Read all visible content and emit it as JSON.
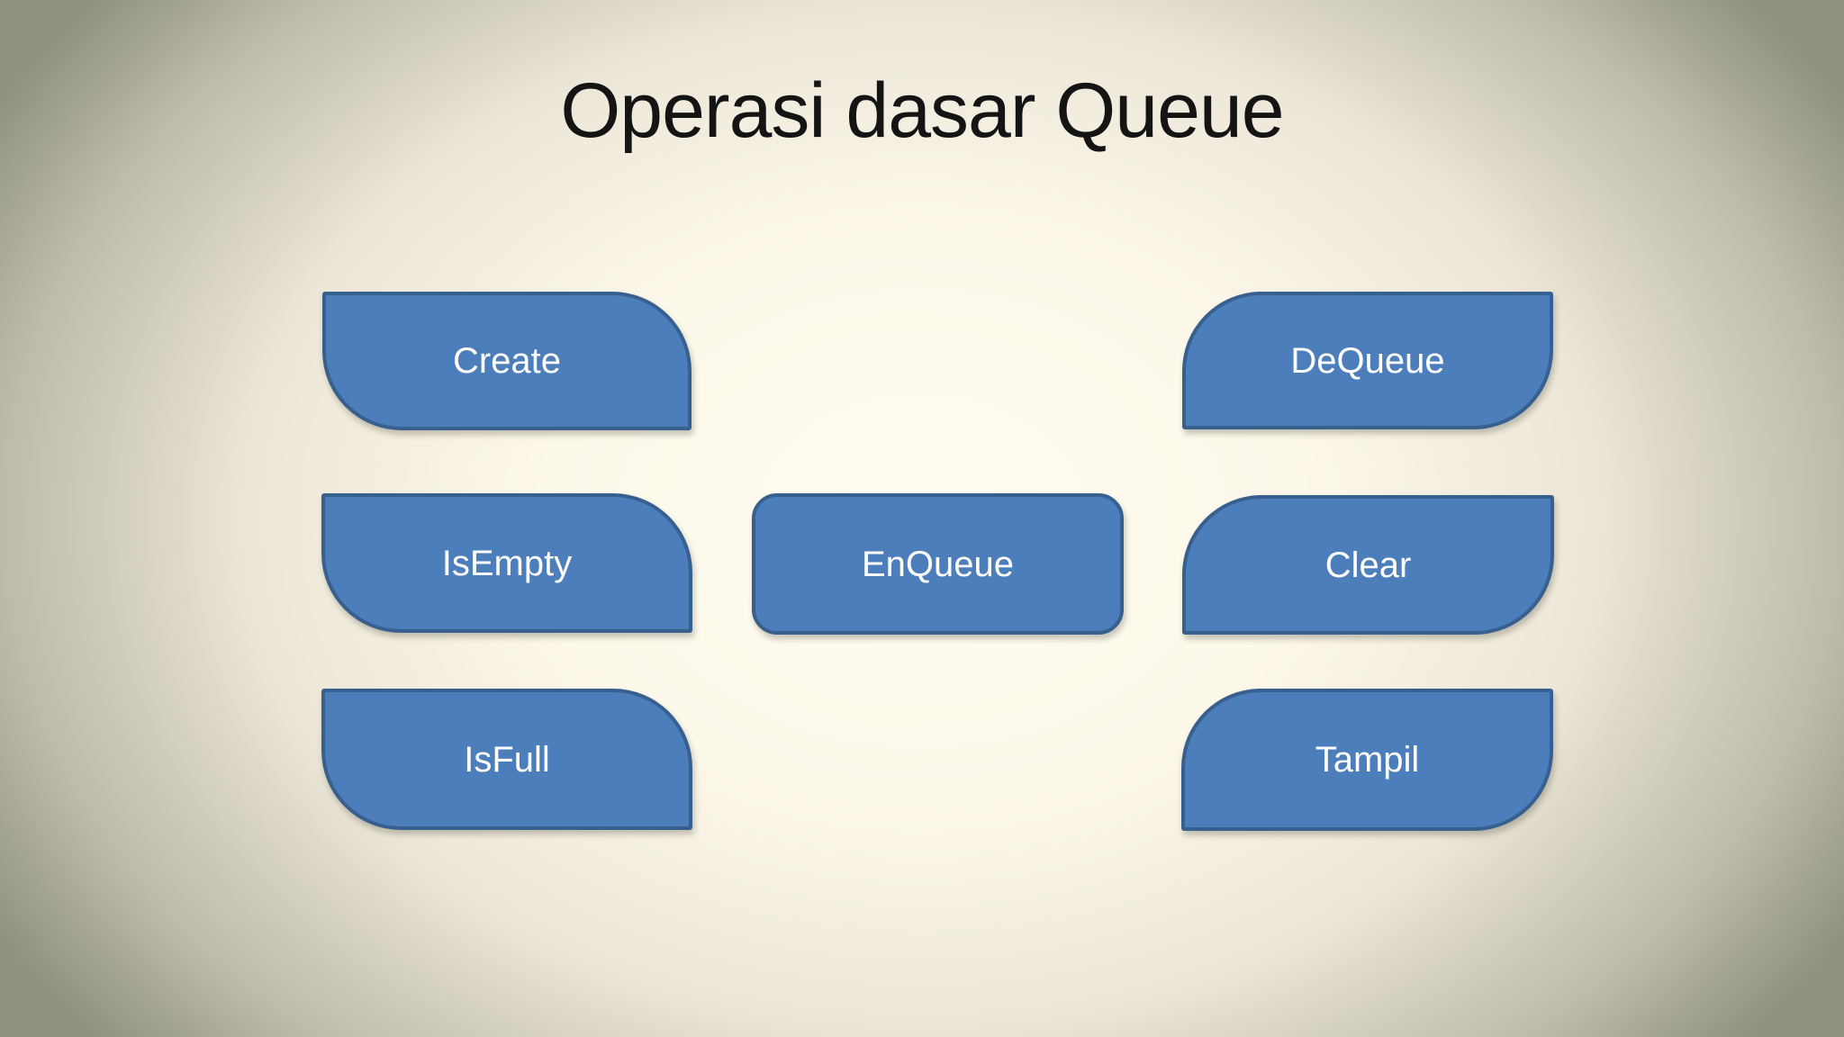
{
  "slide": {
    "title": "Operasi dasar Queue",
    "shapes": [
      {
        "id": "create",
        "label": "Create",
        "column": "left",
        "row": 1,
        "corner_style": "rounded-top-right-bottom-left"
      },
      {
        "id": "dequeue",
        "label": "DeQueue",
        "column": "right",
        "row": 1,
        "corner_style": "rounded-top-left-bottom-right"
      },
      {
        "id": "isempty",
        "label": "IsEmpty",
        "column": "left",
        "row": 2,
        "corner_style": "rounded-top-right-bottom-left"
      },
      {
        "id": "enqueue",
        "label": "EnQueue",
        "column": "center",
        "row": 2,
        "corner_style": "rounded-all"
      },
      {
        "id": "clear",
        "label": "Clear",
        "column": "right",
        "row": 2,
        "corner_style": "rounded-top-left-bottom-right"
      },
      {
        "id": "isfull",
        "label": "IsFull",
        "column": "left",
        "row": 3,
        "corner_style": "rounded-top-right-bottom-left"
      },
      {
        "id": "tampil",
        "label": "Tampil",
        "column": "right",
        "row": 3,
        "corner_style": "rounded-top-left-bottom-right"
      }
    ],
    "colors": {
      "shape_fill": "#4C7EBB",
      "shape_border": "#38608F",
      "shape_text": "#FFFFFF",
      "title_text": "#141414",
      "bg_center": "#FFFDF2",
      "bg_edge": "#8F9181"
    }
  }
}
